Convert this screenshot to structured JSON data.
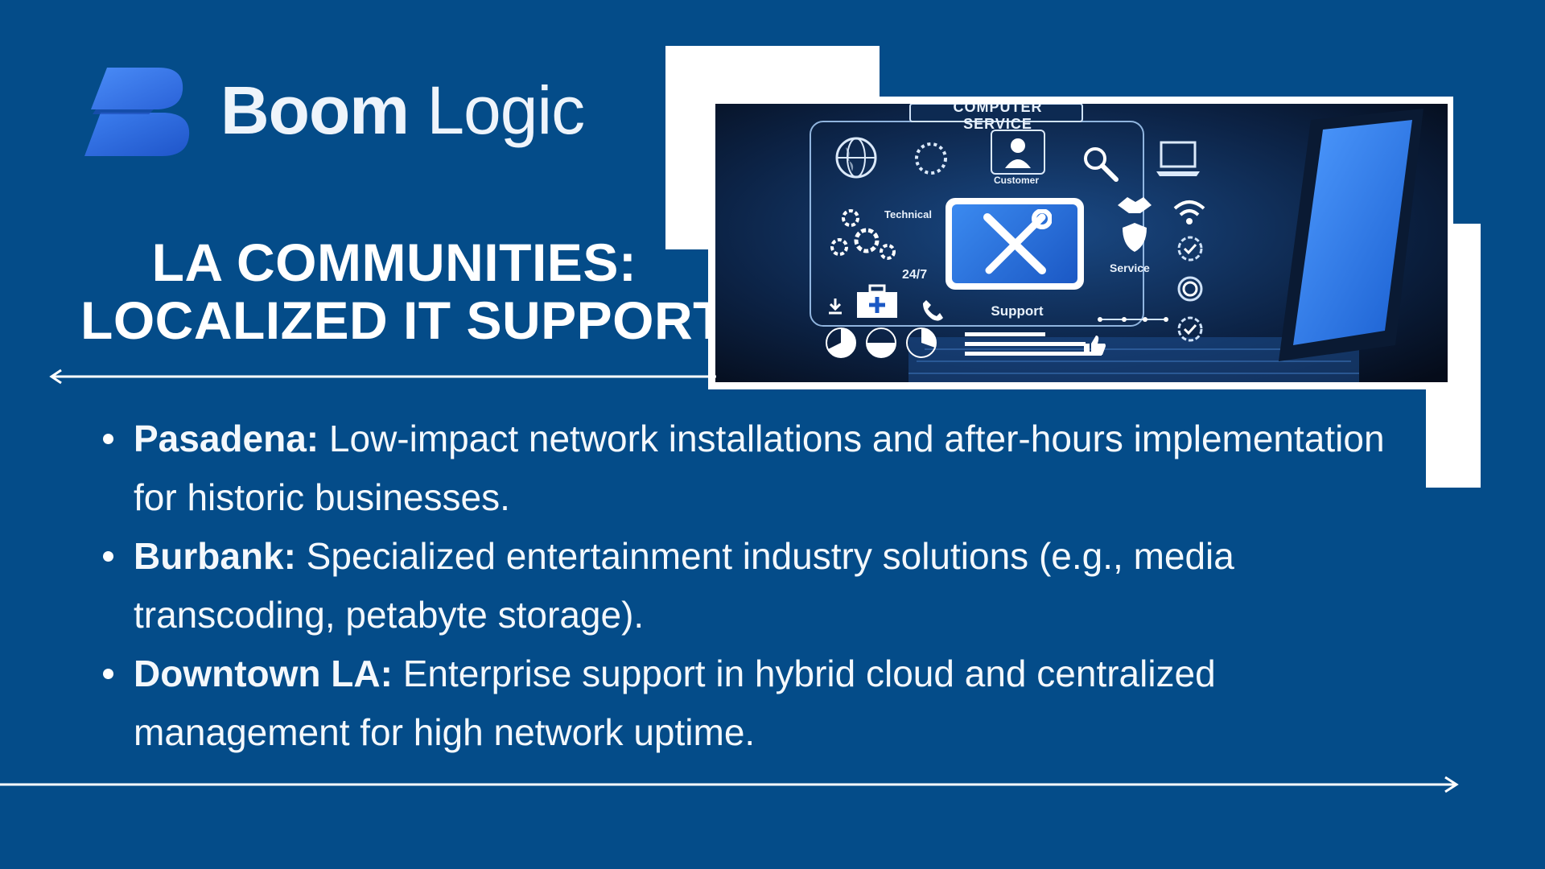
{
  "brand": {
    "name_bold": "Boom",
    "name_light": "Logic",
    "logo_icon": "b-letter-logo",
    "logo_color": "#2f6fe0"
  },
  "heading": {
    "line1": "LA COMMUNITIES:",
    "line2": "LOCALIZED IT SUPPORT"
  },
  "photo": {
    "banner": "COMPUTER SERVICE",
    "labels": {
      "customer": "Customer",
      "technical": "Technical",
      "hours": "24/7",
      "service": "Service",
      "support": "Support"
    },
    "icons": [
      "globe-icon",
      "loading-ring-icon",
      "customer-icon",
      "magnifier-icon",
      "laptop-icon",
      "gears-icon",
      "wrench-screwdriver-icon",
      "handshake-icon",
      "shield-icon",
      "wifi-icon",
      "check-circle-icon",
      "download-icon",
      "first-aid-kit-icon",
      "phone-icon",
      "pie-chart-icon",
      "thumbs-up-icon"
    ]
  },
  "bullets": [
    {
      "label": "Pasadena:",
      "text": " Low-impact network installations and after-hours implementation for historic businesses."
    },
    {
      "label": "Burbank:",
      "text": " Specialized entertainment industry solutions (e.g., media transcoding, petabyte storage)."
    },
    {
      "label": "Downtown LA:",
      "text": " Enterprise support in hybrid cloud and centralized management for high network uptime."
    }
  ],
  "colors": {
    "background": "#044c89",
    "text": "#ffffff",
    "accent": "#2f6fe0"
  }
}
